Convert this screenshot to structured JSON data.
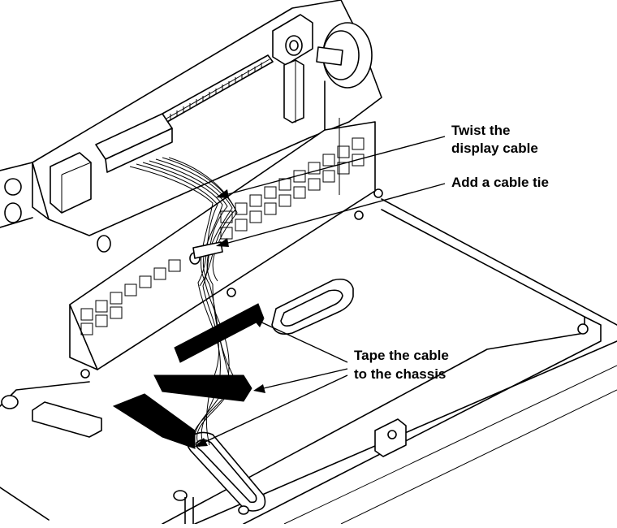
{
  "callouts": {
    "twist_line1": "Twist the",
    "twist_line2": "display cable",
    "tie": "Add a cable tie",
    "tape_line1": "Tape the cable",
    "tape_line2": "to the chassis"
  }
}
